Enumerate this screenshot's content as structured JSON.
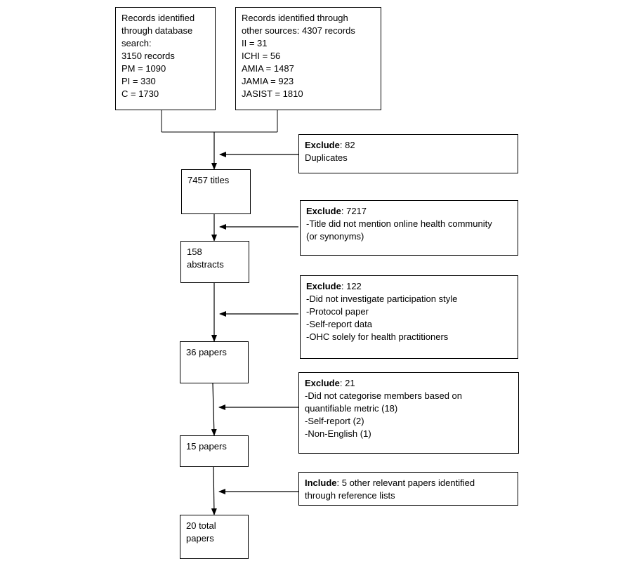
{
  "sources": {
    "database": {
      "line1": "Records identified",
      "line2": "through database",
      "line3": "search:",
      "line4": "3150 records",
      "line5": "PM = 1090",
      "line6": "PI = 330",
      "line7": "C = 1730"
    },
    "other": {
      "line1": "Records identified through",
      "line2": "other sources: 4307 records",
      "line3": "II = 31",
      "line4": "ICHI = 56",
      "line5": "AMIA = 1487",
      "line6": "JAMIA = 923",
      "line7": "JASIST = 1810"
    }
  },
  "stages": {
    "titles": {
      "line1": "7457 titles"
    },
    "abstracts": {
      "line1": "158",
      "line2": "abstracts"
    },
    "papers36": {
      "line1": "36 papers"
    },
    "papers15": {
      "line1": "15 papers"
    },
    "total": {
      "line1": "20 total",
      "line2": "papers"
    }
  },
  "side_boxes": {
    "exclude1": {
      "keyword": "Exclude",
      "count": ":  82",
      "lines": [
        "Duplicates"
      ]
    },
    "exclude2": {
      "keyword": "Exclude",
      "count": ": 7217",
      "lines": [
        "-Title did not mention online health community",
        "(or synonyms)"
      ]
    },
    "exclude3": {
      "keyword": "Exclude",
      "count": ": 122",
      "lines": [
        "-Did not investigate participation style",
        "-Protocol paper",
        "-Self-report data",
        "-OHC solely for health practitioners"
      ]
    },
    "exclude4": {
      "keyword": "Exclude",
      "count": ":  21",
      "lines": [
        "-Did not categorise members based on",
        "quantifiable metric (18)",
        "-Self-report (2)",
        "-Non-English (1)"
      ]
    },
    "include": {
      "keyword": "Include",
      "count": ": 5 other relevant papers identified",
      "lines": [
        "through reference lists"
      ]
    }
  }
}
